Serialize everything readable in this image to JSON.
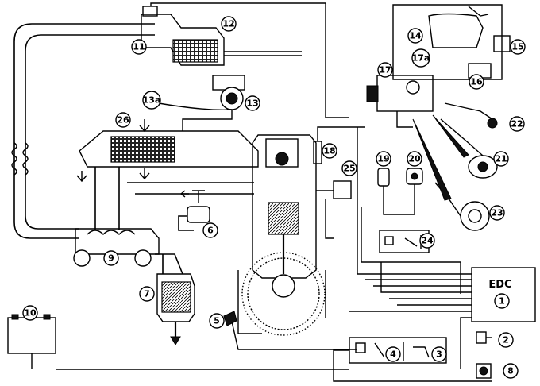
{
  "diagram": {
    "ecu_label": "EDC",
    "callouts": [
      "1",
      "2",
      "3",
      "4",
      "5",
      "6",
      "7",
      "8",
      "9",
      "10",
      "11",
      "12",
      "13",
      "13a",
      "14",
      "15",
      "16",
      "17",
      "17a",
      "18",
      "19",
      "20",
      "21",
      "22",
      "23",
      "24",
      "25",
      "26"
    ]
  },
  "icons": {
    "arrow": "down-arrow-icon"
  }
}
